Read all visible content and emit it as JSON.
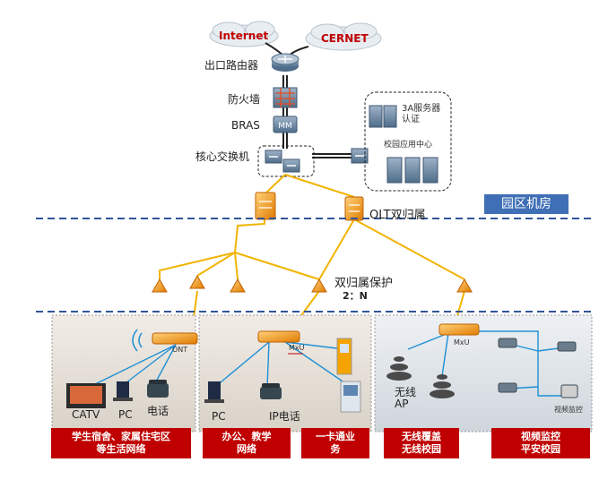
{
  "clouds": {
    "internet": "Internet",
    "cernet": "CERNET"
  },
  "devices": {
    "router": "出口路由器",
    "firewall": "防火墙",
    "bras": "BRAS",
    "core_switch": "核心交换机",
    "olt": "OLT双归属",
    "aaa_server": "3A服务器\n认证",
    "app_center": "校园应用中心",
    "ont": "ONT",
    "mxu1": "MxU",
    "mxu2": "MxU"
  },
  "zone_tag": "园区机房",
  "protection": {
    "label": "双归属保护",
    "ratio": "2：N"
  },
  "terminals": {
    "catv": "CATV",
    "pc1": "PC",
    "phone1": "电话",
    "pc2": "PC",
    "ip_phone": "IP电话",
    "wireless_ap": "无线\nAP",
    "video_monitor": "视频监控"
  },
  "scenarios": [
    "学生宿舍、家属住宅区\n等生活网络",
    "办公、教学\n网络",
    "一卡通业\n务",
    "无线覆盖\n无线校园",
    "视频监控\n平安校园"
  ],
  "colors": {
    "fiber": "#f2b400",
    "access_line": "#1e90d6",
    "red": "#c00000",
    "zone": "#3f6fb5",
    "dash": "#2f5597"
  }
}
